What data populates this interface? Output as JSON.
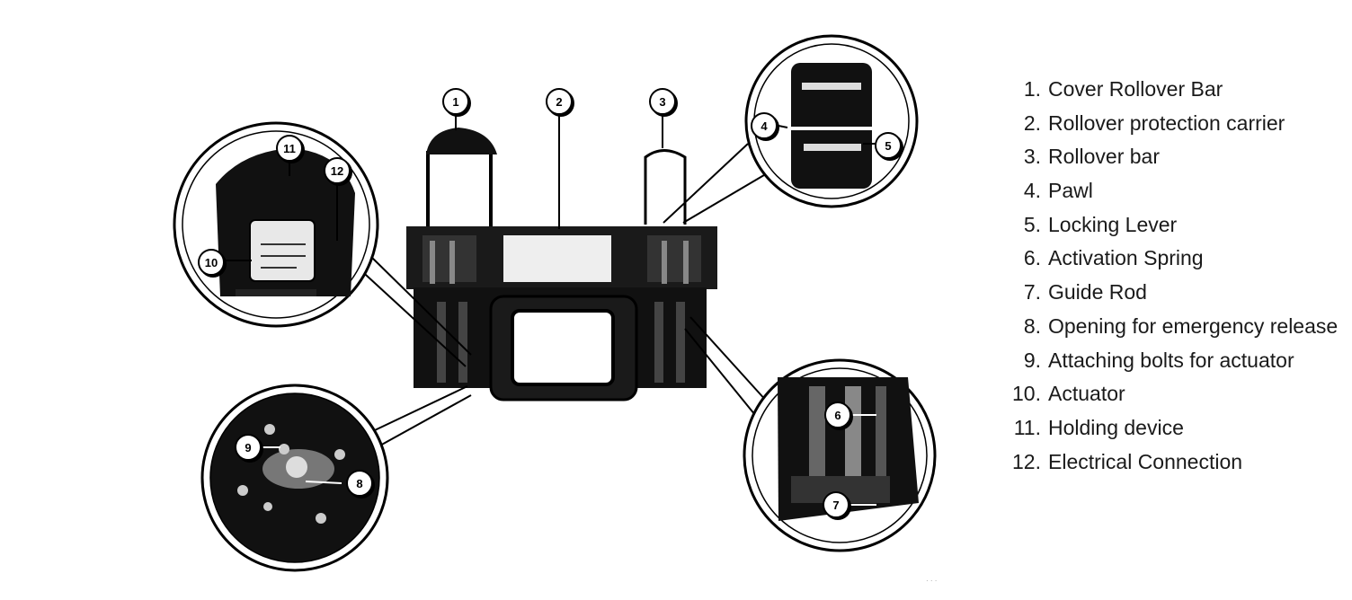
{
  "legend": [
    {
      "num": "1.",
      "label": "Cover Rollover Bar"
    },
    {
      "num": "2.",
      "label": "Rollover protection carrier"
    },
    {
      "num": "3.",
      "label": "Rollover bar"
    },
    {
      "num": "4.",
      "label": "Pawl"
    },
    {
      "num": "5.",
      "label": "Locking Lever"
    },
    {
      "num": "6.",
      "label": "Activation Spring"
    },
    {
      "num": "7.",
      "label": "Guide Rod"
    },
    {
      "num": "8.",
      "label": "Opening for emergency release"
    },
    {
      "num": "9.",
      "label": "Attaching bolts for actuator"
    },
    {
      "num": "10.",
      "label": "Actuator"
    },
    {
      "num": "11.",
      "label": "Holding device"
    },
    {
      "num": "12.",
      "label": "Electrical Connection"
    }
  ],
  "callouts": [
    "1",
    "2",
    "3",
    "4",
    "5",
    "6",
    "7",
    "8",
    "9",
    "10",
    "11",
    "12"
  ]
}
